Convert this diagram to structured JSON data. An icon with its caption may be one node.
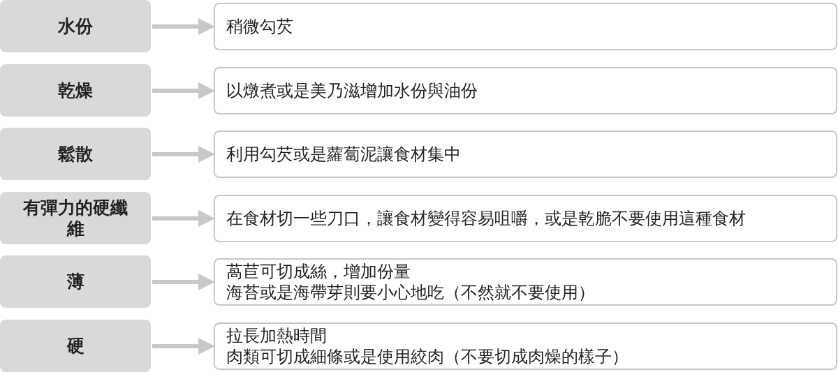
{
  "diagram": {
    "nodes": [
      {
        "text": [
          "水份"
        ]
      },
      {
        "text": [
          "稍微勾芡"
        ]
      },
      {
        "text": [
          "乾燥"
        ]
      },
      {
        "text": [
          "以燉煮或是美乃滋增加水份與油份"
        ]
      },
      {
        "text": [
          "鬆散"
        ]
      },
      {
        "text": [
          "利用勾芡或是蘿蔔泥讓食材集中"
        ]
      },
      {
        "text": [
          "有彈力的硬纖維"
        ]
      },
      {
        "text": [
          "在食材切一些刀口，讓食材變得容易咀嚼，或是乾脆不要使用這種食材"
        ]
      },
      {
        "text": [
          "薄"
        ]
      },
      {
        "text": [
          "萵苣可切成絲，增加份量",
          "海苔或是海帶芽則要小心地吃（不然就不要使用）"
        ]
      },
      {
        "text": [
          "硬"
        ]
      },
      {
        "text": [
          "拉長加熱時間",
          "肉類可切成細條或是使用絞肉（不要切成肉燥的樣子）"
        ]
      }
    ],
    "edges": [
      {
        "from": 0,
        "to": 1,
        "arrow": "to"
      },
      {
        "from": 2,
        "to": 3,
        "arrow": "to"
      },
      {
        "from": 4,
        "to": 5,
        "arrow": "to"
      },
      {
        "from": 6,
        "to": 7,
        "arrow": "to"
      },
      {
        "from": 8,
        "to": 9,
        "arrow": "to"
      },
      {
        "from": 10,
        "to": 11,
        "arrow": "to"
      }
    ]
  }
}
